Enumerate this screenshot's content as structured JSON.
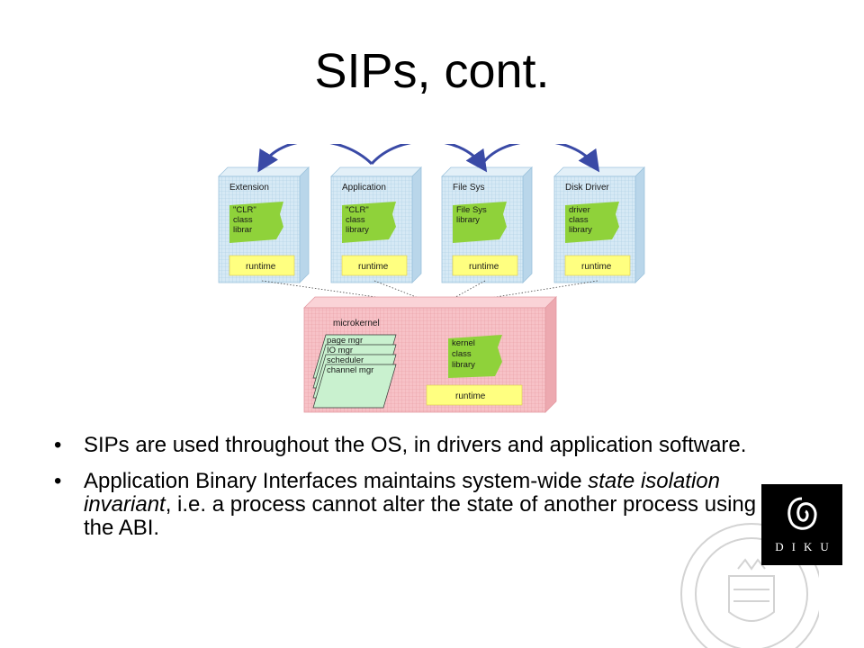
{
  "slide": {
    "title": "SIPs, cont."
  },
  "diagram": {
    "processes": [
      {
        "header": "Extension",
        "library": [
          "\"CLR\"",
          "class",
          "librar"
        ],
        "runtime": "runtime"
      },
      {
        "header": "Application",
        "library": [
          "\"CLR\"",
          "class",
          "library"
        ],
        "runtime": "runtime"
      },
      {
        "header": "File Sys",
        "library": [
          "File Sys",
          "library"
        ],
        "runtime": "runtime"
      },
      {
        "header": "Disk Driver",
        "library": [
          "driver",
          "class",
          "library"
        ],
        "runtime": "runtime"
      }
    ],
    "kernel": {
      "header": "microkernel",
      "managers": [
        "page mgr",
        "IO mgr",
        "scheduler",
        "channel mgr"
      ],
      "library": [
        "kernel",
        "class",
        "library"
      ],
      "runtime": "runtime"
    },
    "colors": {
      "process_box": "#cfe4f2",
      "kernel_box": "#f7bfc4",
      "library_blob": "#8fd23a",
      "runtime_bar": "#ffff80",
      "manager_card": "#c9f1cf",
      "arrow": "#3a4aa6"
    }
  },
  "bullets": [
    {
      "text": "SIPs are used throughout the OS, in drivers and application software."
    },
    {
      "before": "Application Binary Interfaces maintains system-wide ",
      "emphasis": "state isolation invariant",
      "after": ", i.e. a process cannot alter the state of another process using the ABI."
    }
  ],
  "logo": {
    "letters": "DIKU"
  },
  "seal": {
    "icon": "university-seal"
  }
}
